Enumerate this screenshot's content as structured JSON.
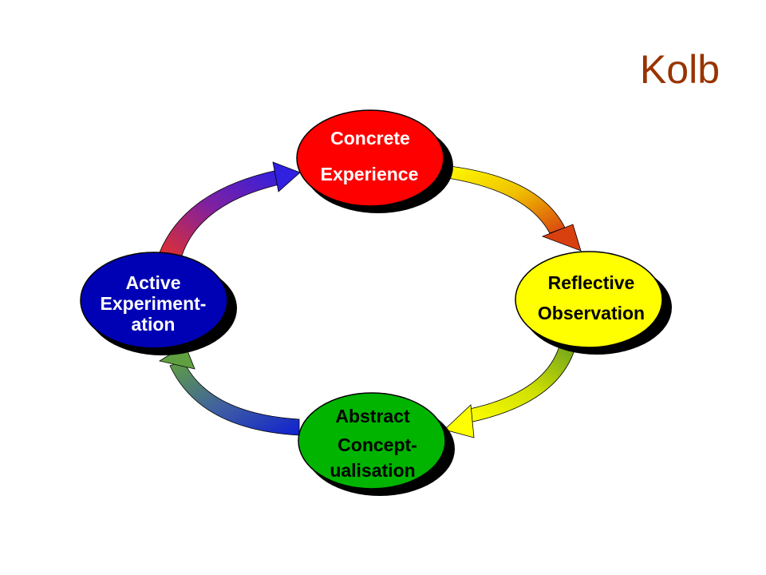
{
  "title": "Kolb",
  "colors": {
    "title": "#993300",
    "concrete": "#ff0000",
    "reflective": "#ffff00",
    "abstract": "#00b400",
    "active": "#0000b4"
  },
  "stages": {
    "concrete": {
      "line1": "Concrete",
      "line2": "Experience"
    },
    "reflective": {
      "line1": "Reflective",
      "line2": "Observation"
    },
    "abstract": {
      "line1": "Abstract",
      "line2": "Concept-",
      "line3": "ualisation"
    },
    "active": {
      "line1": "Active",
      "line2": "Experiment-",
      "line3": "ation"
    }
  }
}
